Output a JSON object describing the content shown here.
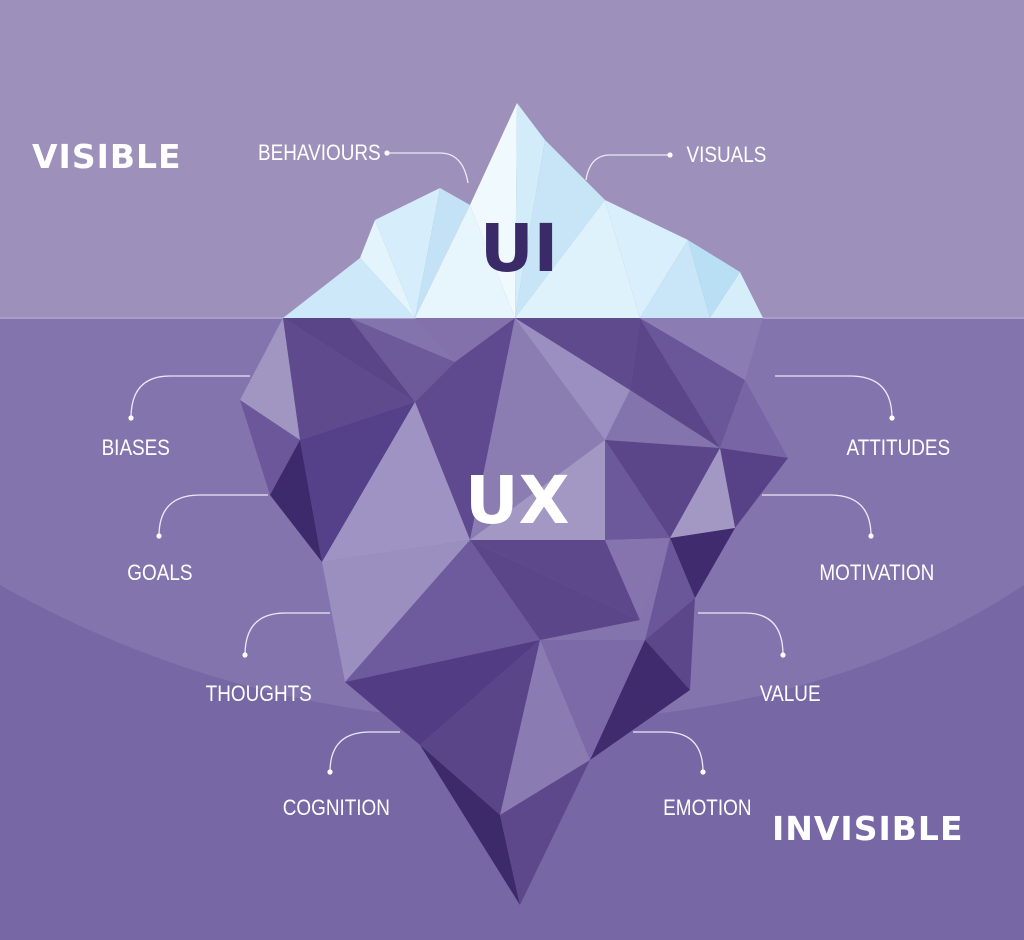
{
  "zones": {
    "visible": "VISIBLE",
    "invisible": "INVISIBLE"
  },
  "layers": {
    "ui": "UI",
    "ux": "UX"
  },
  "above_water": {
    "left": "BEHAVIOURS",
    "right": "VISUALS"
  },
  "below_water": {
    "left": [
      "BIASES",
      "GOALS",
      "THOUGHTS",
      "COGNITION"
    ],
    "right": [
      "ATTITUDES",
      "MOTIVATION",
      "VALUE",
      "EMOTION"
    ]
  },
  "colors": {
    "sky": "#9d91bb",
    "water": "#8474ae",
    "deep_water": "#7667a3",
    "ice": "#d7f0fb",
    "ui_text": "#3a2a68",
    "ux_text": "#ffffff"
  }
}
